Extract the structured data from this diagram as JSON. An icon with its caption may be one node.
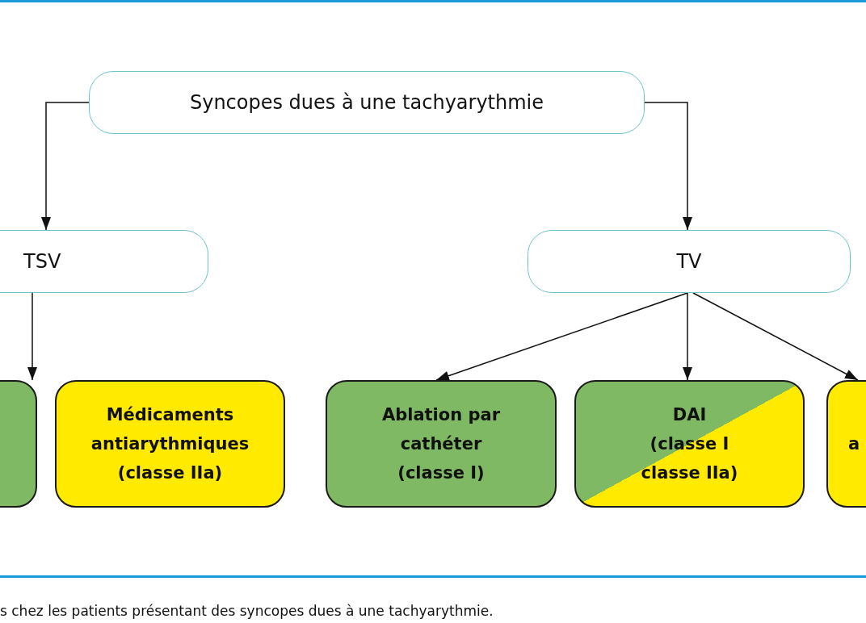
{
  "diagram": {
    "caption": "s chez les patients présentant des syncopes dues à une tachyarythmie.",
    "nodes": [
      {
        "text": [
          "Syncopes dues à une tachyarythmie"
        ]
      },
      {
        "text": [
          "TSV"
        ]
      },
      {
        "text": [
          "TV"
        ]
      },
      {
        "text": [],
        "shape": "box"
      },
      {
        "text": [
          "Médicaments antiarythmiques (classe IIa)"
        ]
      },
      {
        "text": [
          "Ablation par cathéter (classe I)"
        ]
      },
      {
        "text": [
          "DAI (classe I classe IIa)"
        ]
      },
      {
        "text": [
          "a"
        ]
      }
    ],
    "edges": [
      {
        "from": 0,
        "to": 1,
        "arrow": "to"
      },
      {
        "from": 0,
        "to": 2,
        "arrow": "to"
      },
      {
        "from": 1,
        "to": 3,
        "arrow": "to"
      },
      {
        "from": 2,
        "to": 5,
        "arrow": "to"
      },
      {
        "from": 2,
        "to": 6,
        "arrow": "to"
      },
      {
        "from": 2,
        "to": 7,
        "arrow": "to"
      }
    ]
  }
}
